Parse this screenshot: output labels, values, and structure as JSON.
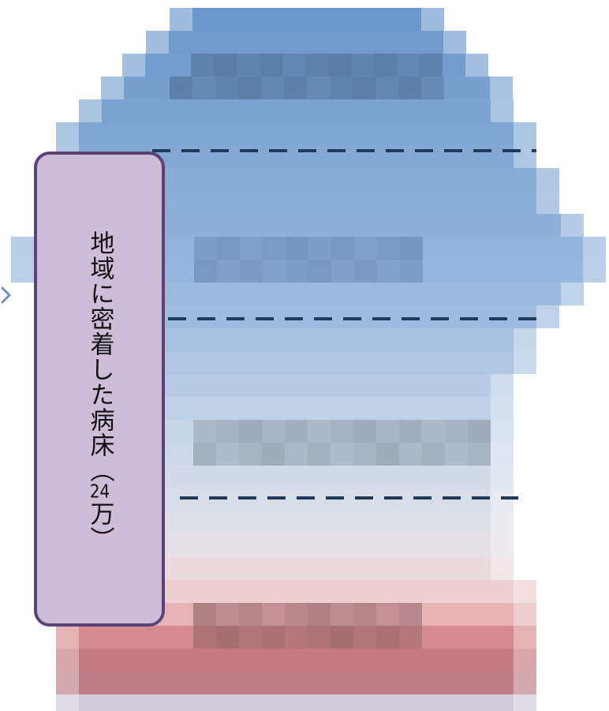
{
  "callout": {
    "text_main": "地域に密着した病床（",
    "text_number": "24",
    "text_tail": "万）"
  },
  "colors": {
    "callout_fill": "#cdbdd8",
    "callout_border": "#5b4475",
    "dash_line": "#203a5c"
  }
}
